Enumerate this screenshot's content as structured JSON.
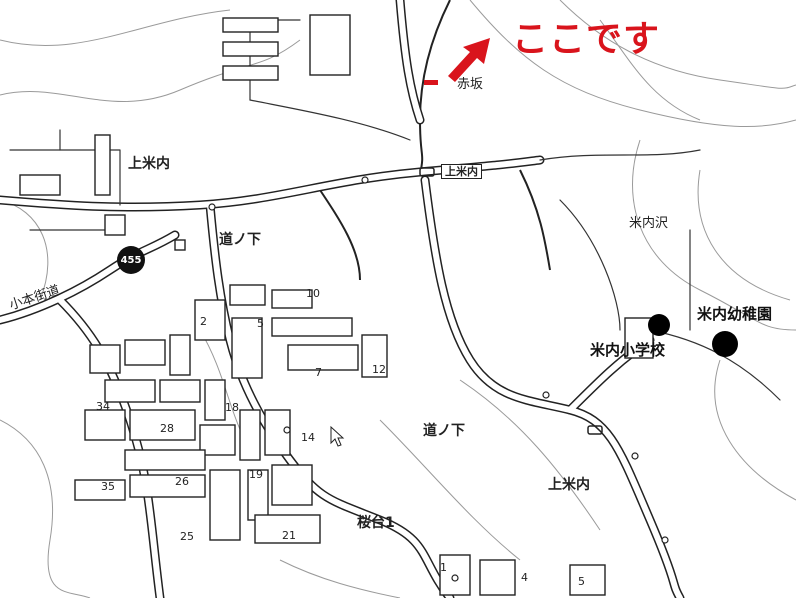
{
  "callout": {
    "text": "ここです",
    "color": "#d9141c"
  },
  "places": {
    "akasaka": "赤坂",
    "kamiyonenai_nw": "上米内",
    "kamiyonenai_se": "上米内",
    "yonenaizawa": "米内沢",
    "michinoshita_n": "道ノ下",
    "michinoshita_s": "道ノ下",
    "sakuradai1": "桜台1",
    "kohonkaido": "小本街道"
  },
  "station_label": "上米内",
  "route_shield": "455",
  "poi": {
    "school": "米内小学校",
    "kindergarten": "米内幼稚園"
  },
  "lots": [
    "10",
    "2",
    "5",
    "7",
    "12",
    "34",
    "18",
    "28",
    "14",
    "19",
    "35",
    "26",
    "25",
    "21",
    "1",
    "4",
    "5"
  ]
}
